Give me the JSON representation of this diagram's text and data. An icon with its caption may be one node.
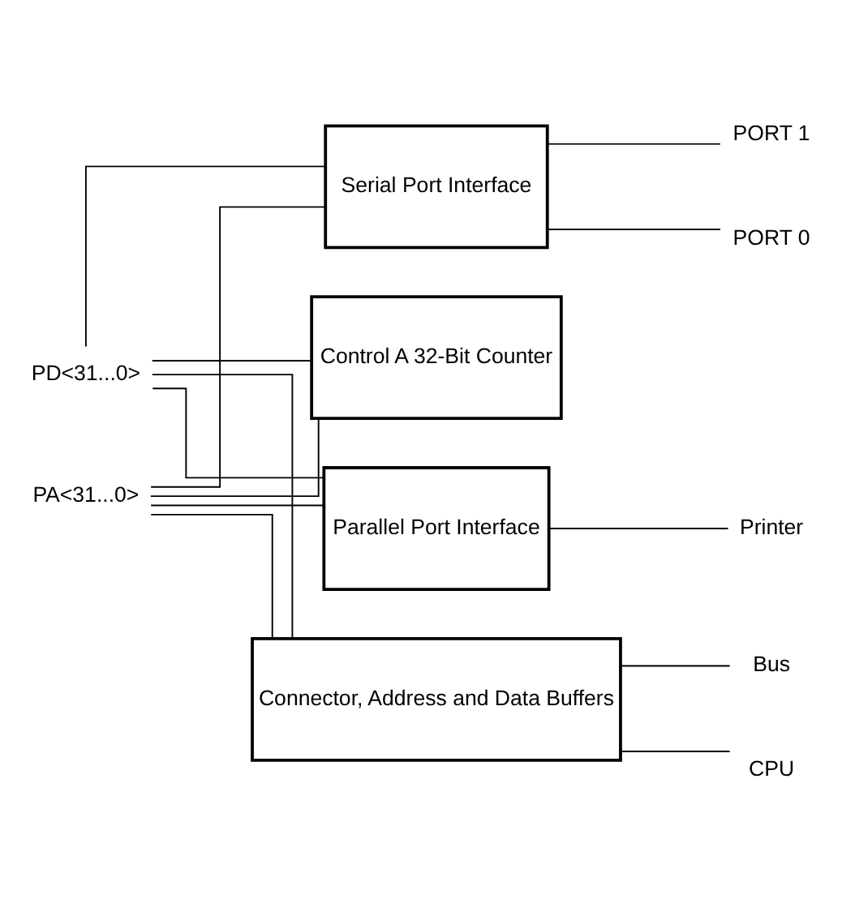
{
  "diagram": {
    "nodes": [
      {
        "text": [
          "PD<31...0>"
        ]
      },
      {
        "text": [
          "PA<31...0>"
        ]
      },
      {
        "text": [
          "Serial Port Interface"
        ]
      },
      {
        "text": [
          "Parallel Port Interface"
        ]
      },
      {
        "text": [
          "Connector, Address and Data Buffers"
        ]
      },
      {
        "text": [
          "Control A 32-Bit Counter"
        ]
      },
      {
        "text": [
          "PORT 0"
        ]
      },
      {
        "text": [
          "PORT 1"
        ]
      },
      {
        "text": [
          "Printer"
        ]
      },
      {
        "text": [
          "CPU"
        ]
      },
      {
        "text": [
          "Bus"
        ]
      }
    ],
    "edges": [
      {
        "from": 0,
        "to": 2,
        "arrow": "none"
      },
      {
        "from": 0,
        "to": 3,
        "arrow": "none"
      },
      {
        "from": 0,
        "to": 4,
        "arrow": "none"
      },
      {
        "from": 0,
        "to": 5,
        "arrow": "none"
      },
      {
        "from": 1,
        "to": 2,
        "arrow": "none"
      },
      {
        "from": 1,
        "to": 3,
        "arrow": "none"
      },
      {
        "from": 1,
        "to": 4,
        "arrow": "none"
      },
      {
        "from": 1,
        "to": 5,
        "arrow": "none"
      },
      {
        "from": 2,
        "to": 6,
        "arrow": "none"
      },
      {
        "from": 2,
        "to": 7,
        "arrow": "none"
      },
      {
        "from": 3,
        "to": 8,
        "arrow": "none"
      },
      {
        "from": 4,
        "to": 9,
        "arrow": "none"
      },
      {
        "from": 4,
        "to": 10,
        "arrow": "none"
      }
    ]
  }
}
